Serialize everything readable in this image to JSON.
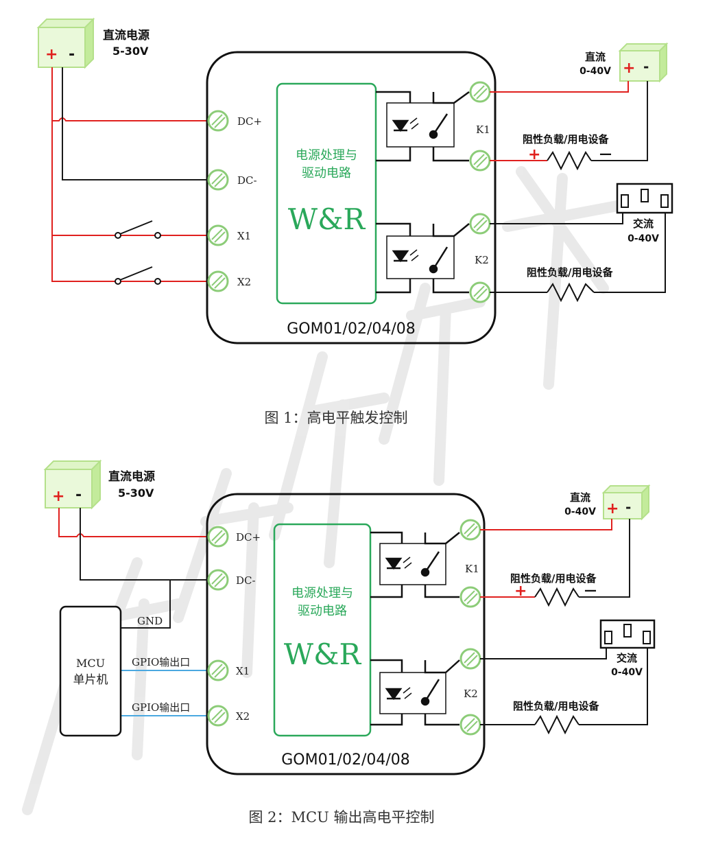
{
  "colors": {
    "wire_positive": "#e0201e",
    "wire_negative": "#1a1a1a",
    "wire_signal": "#4aa8e0",
    "green_module": "#2aa85a",
    "green_box": "#c7ec9e",
    "terminal_green": "#8ccc78",
    "text_green": "#2aa85a",
    "polarity_red": "#e0201e",
    "watermark": "#d2d2d2"
  },
  "diagrams": [
    {
      "power_supply": {
        "title": "直流电源",
        "voltage": "5-30V",
        "plus": "+",
        "minus": "-"
      },
      "module": {
        "inner_text_line1": "电源处理与",
        "inner_text_line2": "驱动电路",
        "brand": "W&R",
        "model": "GOM01/02/04/08"
      },
      "terminals": {
        "dc_plus": "DC+",
        "dc_minus": "DC-",
        "x1": "X1",
        "x2": "X2",
        "k1": "K1",
        "k2": "K2"
      },
      "dc_source": {
        "title": "直流",
        "voltage": "0-40V",
        "plus": "+",
        "minus": "-"
      },
      "ac_source": {
        "title": "交流",
        "voltage": "0-40V"
      },
      "load_k1": {
        "label": "阻性负载/用电设备",
        "plus": "+",
        "minus": "—"
      },
      "load_k2": {
        "label": "阻性负载/用电设备"
      },
      "caption": "图 1：高电平触发控制"
    },
    {
      "power_supply": {
        "title": "直流电源",
        "voltage": "5-30V",
        "plus": "+",
        "minus": "-"
      },
      "module": {
        "inner_text_line1": "电源处理与",
        "inner_text_line2": "驱动电路",
        "brand": "W&R",
        "model": "GOM01/02/04/08"
      },
      "terminals": {
        "dc_plus": "DC+",
        "dc_minus": "DC-",
        "x1": "X1",
        "x2": "X2",
        "k1": "K1",
        "k2": "K2"
      },
      "mcu": {
        "line1": "MCU",
        "line2": "单片机",
        "gnd": "GND",
        "gpio1": "GPIO输出口",
        "gpio2": "GPIO输出口"
      },
      "dc_source": {
        "title": "直流",
        "voltage": "0-40V",
        "plus": "+",
        "minus": "-"
      },
      "ac_source": {
        "title": "交流",
        "voltage": "0-40V"
      },
      "load_k1": {
        "label": "阻性负载/用电设备",
        "plus": "+",
        "minus": "—"
      },
      "load_k2": {
        "label": "阻性负载/用电设备"
      },
      "caption": "图 2：MCU 输出高电平控制"
    }
  ]
}
